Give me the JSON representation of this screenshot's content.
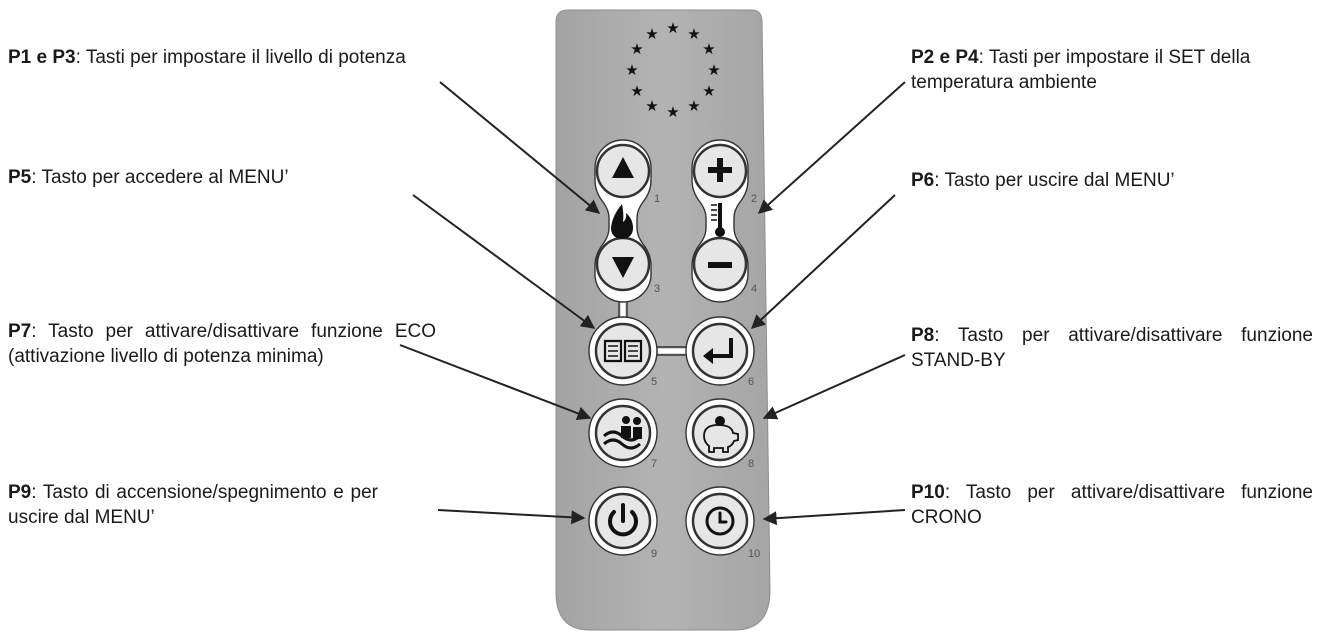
{
  "labels": {
    "p1p3": {
      "key": "P1 e P3",
      "text": ": Tasti per impostare il livello di potenza"
    },
    "p2p4": {
      "key": "P2 e P4",
      "text": ": Tasti per impostare il SET della temperatura ambiente"
    },
    "p5": {
      "key": "P5",
      "text": ": Tasto per accedere al MENU’"
    },
    "p6": {
      "key": "P6",
      "text": ": Tasto per uscire dal MENU’"
    },
    "p7": {
      "key": "P7",
      "text": ": Tasto per attivare/disattivare funzione ECO (attivazione livello di potenza minima)"
    },
    "p8": {
      "key": "P8",
      "text": ": Tasto per attivare/disattivare funzione STAND-BY"
    },
    "p9": {
      "key": "P9",
      "text": ": Tasto di accensione/spegnimento e per uscire dal MENU’"
    },
    "p10": {
      "key": "P10",
      "text": ": Tasto per attivare/disattivare funzione CRONO"
    }
  },
  "button_numbers": {
    "b1": "1",
    "b2": "2",
    "b3": "3",
    "b4": "4",
    "b5": "5",
    "b6": "6",
    "b7": "7",
    "b8": "8",
    "b9": "9",
    "b10": "10"
  },
  "icons": [
    "eu-stars-logo",
    "arrow-up-icon",
    "arrow-down-icon",
    "flame-icon",
    "plus-icon",
    "minus-icon",
    "thermometer-icon",
    "book-menu-icon",
    "enter-return-icon",
    "eco-people-icon",
    "piggy-bank-icon",
    "power-icon",
    "clock-icon"
  ],
  "colors": {
    "remote_body": "#aaaaaa",
    "button_face": "#e6e6e6",
    "outline": "#333333",
    "text": "#1a1a1a"
  }
}
